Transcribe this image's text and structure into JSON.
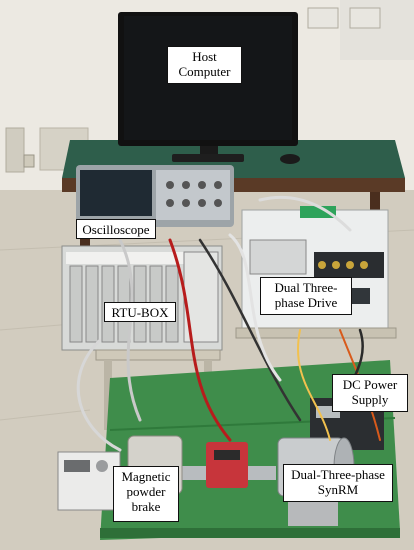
{
  "photo": {
    "labels": {
      "host_computer": "Host\nComputer",
      "oscilloscope": "Oscilloscope",
      "rtu_box": "RTU-BOX",
      "dual_drive": "Dual Three-\nphase Drive",
      "dc_power": "DC Power\nSupply",
      "magnetic_brake": "Magnetic\npowder\nbrake",
      "synrm": "Dual-Three-phase\nSynRM"
    }
  }
}
